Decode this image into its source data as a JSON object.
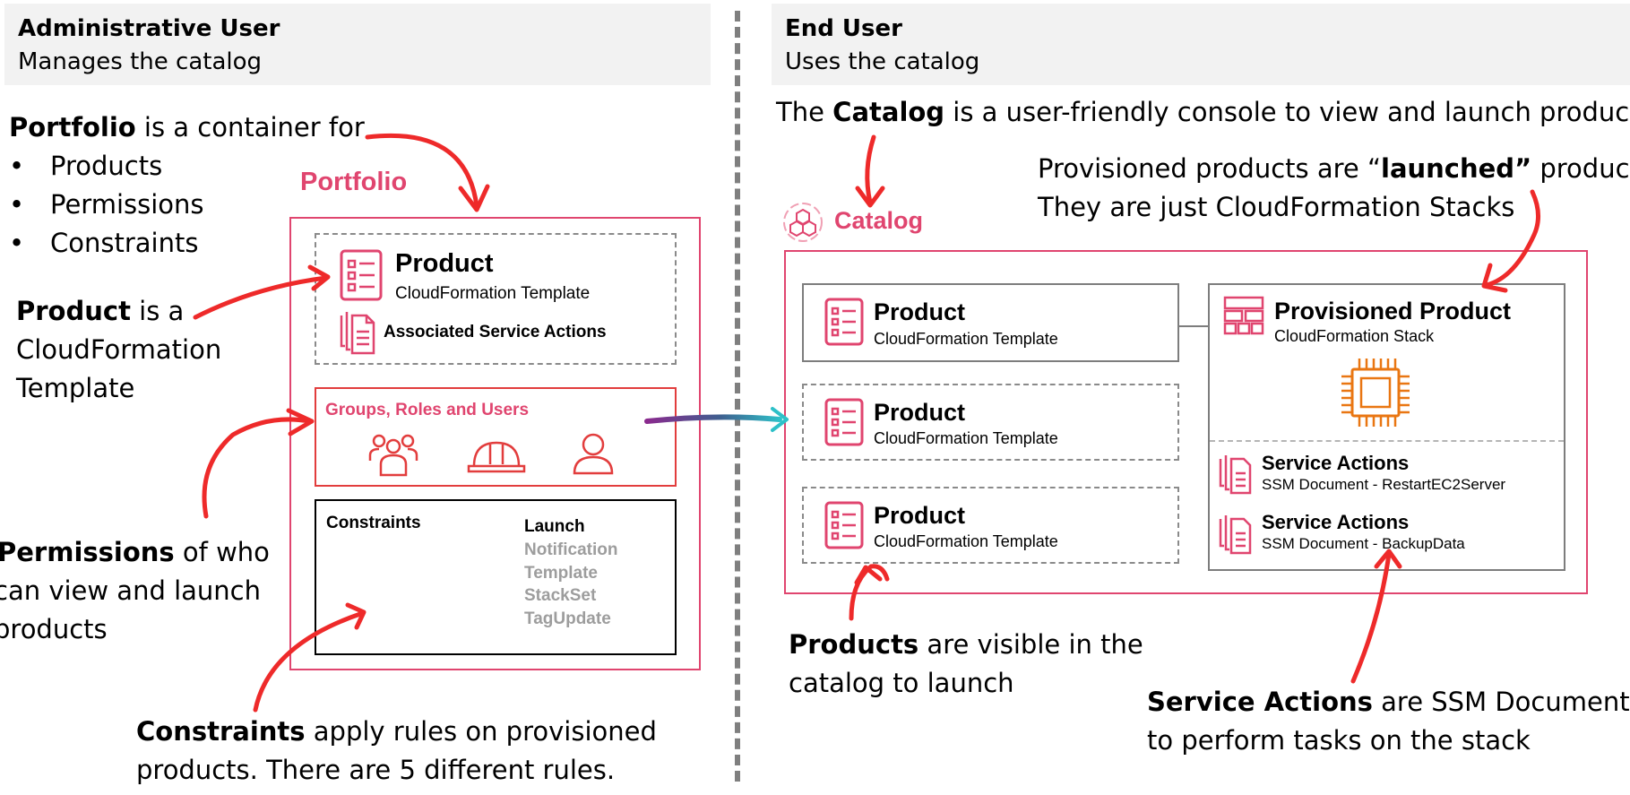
{
  "colors": {
    "accent": "#e0456f",
    "arrow": "#ee2a2a",
    "group_border": "#e23d3d",
    "chip": "#e97612",
    "header_bg": "#f2f2f2",
    "divider": "#7f7f7f"
  },
  "admin_header": {
    "title": "Administrative User",
    "subtitle": "Manages the catalog"
  },
  "end_header": {
    "title": "End User",
    "subtitle": "Uses the catalog"
  },
  "left_notes": {
    "portfolio_bold": "Portfolio",
    "portfolio_rest": " is a container for",
    "bullets": [
      "Products",
      "Permissions",
      "Constraints"
    ],
    "bullet_mark": "•",
    "product_bold": "Product",
    "product_rest": " is a",
    "product_line2": "CloudFormation",
    "product_line3": "Template",
    "perm_bold": "Permissions",
    "perm_rest": " of who",
    "perm_line2": "can view and launch",
    "perm_line3": "products",
    "constr_bold": "Constraints",
    "constr_rest": " apply rules on provisioned",
    "constr_line2": "products. There are 5 different rules."
  },
  "portfolio": {
    "label": "Portfolio",
    "product_title": "Product",
    "product_sub": "CloudFormation Template",
    "assoc": "Associated Service Actions",
    "groups_label": "Groups, Roles and Users",
    "constraints_label": "Constraints",
    "constraint_types": [
      "Launch",
      "Notification",
      "Template",
      "StackSet",
      "TagUpdate"
    ]
  },
  "right_notes": {
    "catalog_pre": "The ",
    "catalog_bold": "Catalog",
    "catalog_rest": " is a user-friendly console to view and launch products",
    "prov_pre": "Provisioned products are “",
    "prov_bold": "launched”",
    "prov_rest": " products",
    "prov_line2": "They are just CloudFormation Stacks",
    "products_bold": "Products",
    "products_rest": " are visible in the",
    "products_line2": "catalog to launch",
    "sa_bold": "Service Actions",
    "sa_rest": " are SSM Documents",
    "sa_line2": "to perform tasks on the stack"
  },
  "catalog": {
    "label": "Catalog",
    "products": [
      {
        "title": "Product",
        "sub": "CloudFormation Template"
      },
      {
        "title": "Product",
        "sub": "CloudFormation Template"
      },
      {
        "title": "Product",
        "sub": "CloudFormation Template"
      }
    ],
    "provisioned_title": "Provisioned Product",
    "provisioned_sub": "CloudFormation Stack",
    "service_actions": [
      {
        "title": "Service Actions",
        "sub": "SSM Document - RestartEC2Server"
      },
      {
        "title": "Service Actions",
        "sub": "SSM Document - BackupData"
      }
    ]
  }
}
